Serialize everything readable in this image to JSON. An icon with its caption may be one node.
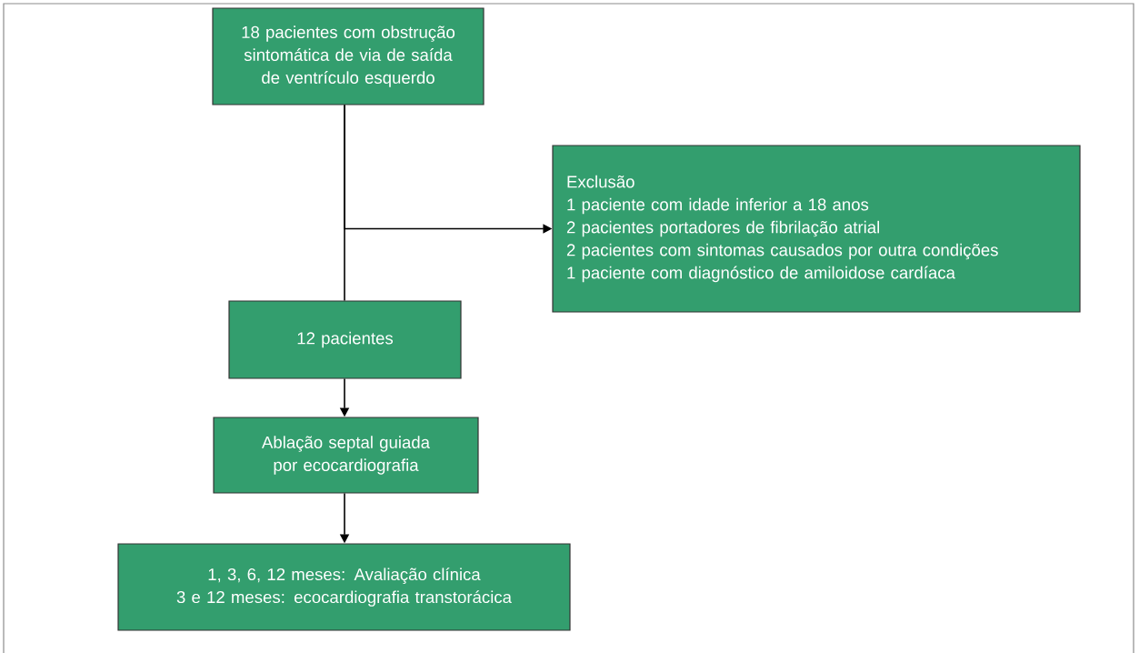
{
  "diagram": {
    "nodes": [
      {
        "text": [
          "18 pacientes com obstrução sintomática de via de saída de ventrículo esquerdo"
        ]
      },
      {
        "text": [
          "Exclusão",
          "1 paciente com idade inferior a 18 anos",
          "2 pacientes portadores de fibrilação atrial",
          "2 pacientes com sintomas causados por outra condições",
          "1 paciente com diagnóstico de amiloidose cardíaca"
        ]
      },
      {
        "text": [
          "12 pacientes"
        ]
      },
      {
        "text": [
          "Ablação septal guiada por ecocardiografia"
        ]
      },
      {
        "text": [
          "1, 3, 6, 12 meses: Avaliação clínica",
          "3 e 12 meses: ecocardiografia transtorácica"
        ]
      }
    ],
    "edges": [
      {
        "from": 0,
        "to": 2,
        "arrow": "none"
      },
      {
        "from": 0,
        "to": 1,
        "arrow": "to"
      },
      {
        "from": 2,
        "to": 3,
        "arrow": "to"
      },
      {
        "from": 3,
        "to": 4,
        "arrow": "to"
      }
    ]
  }
}
